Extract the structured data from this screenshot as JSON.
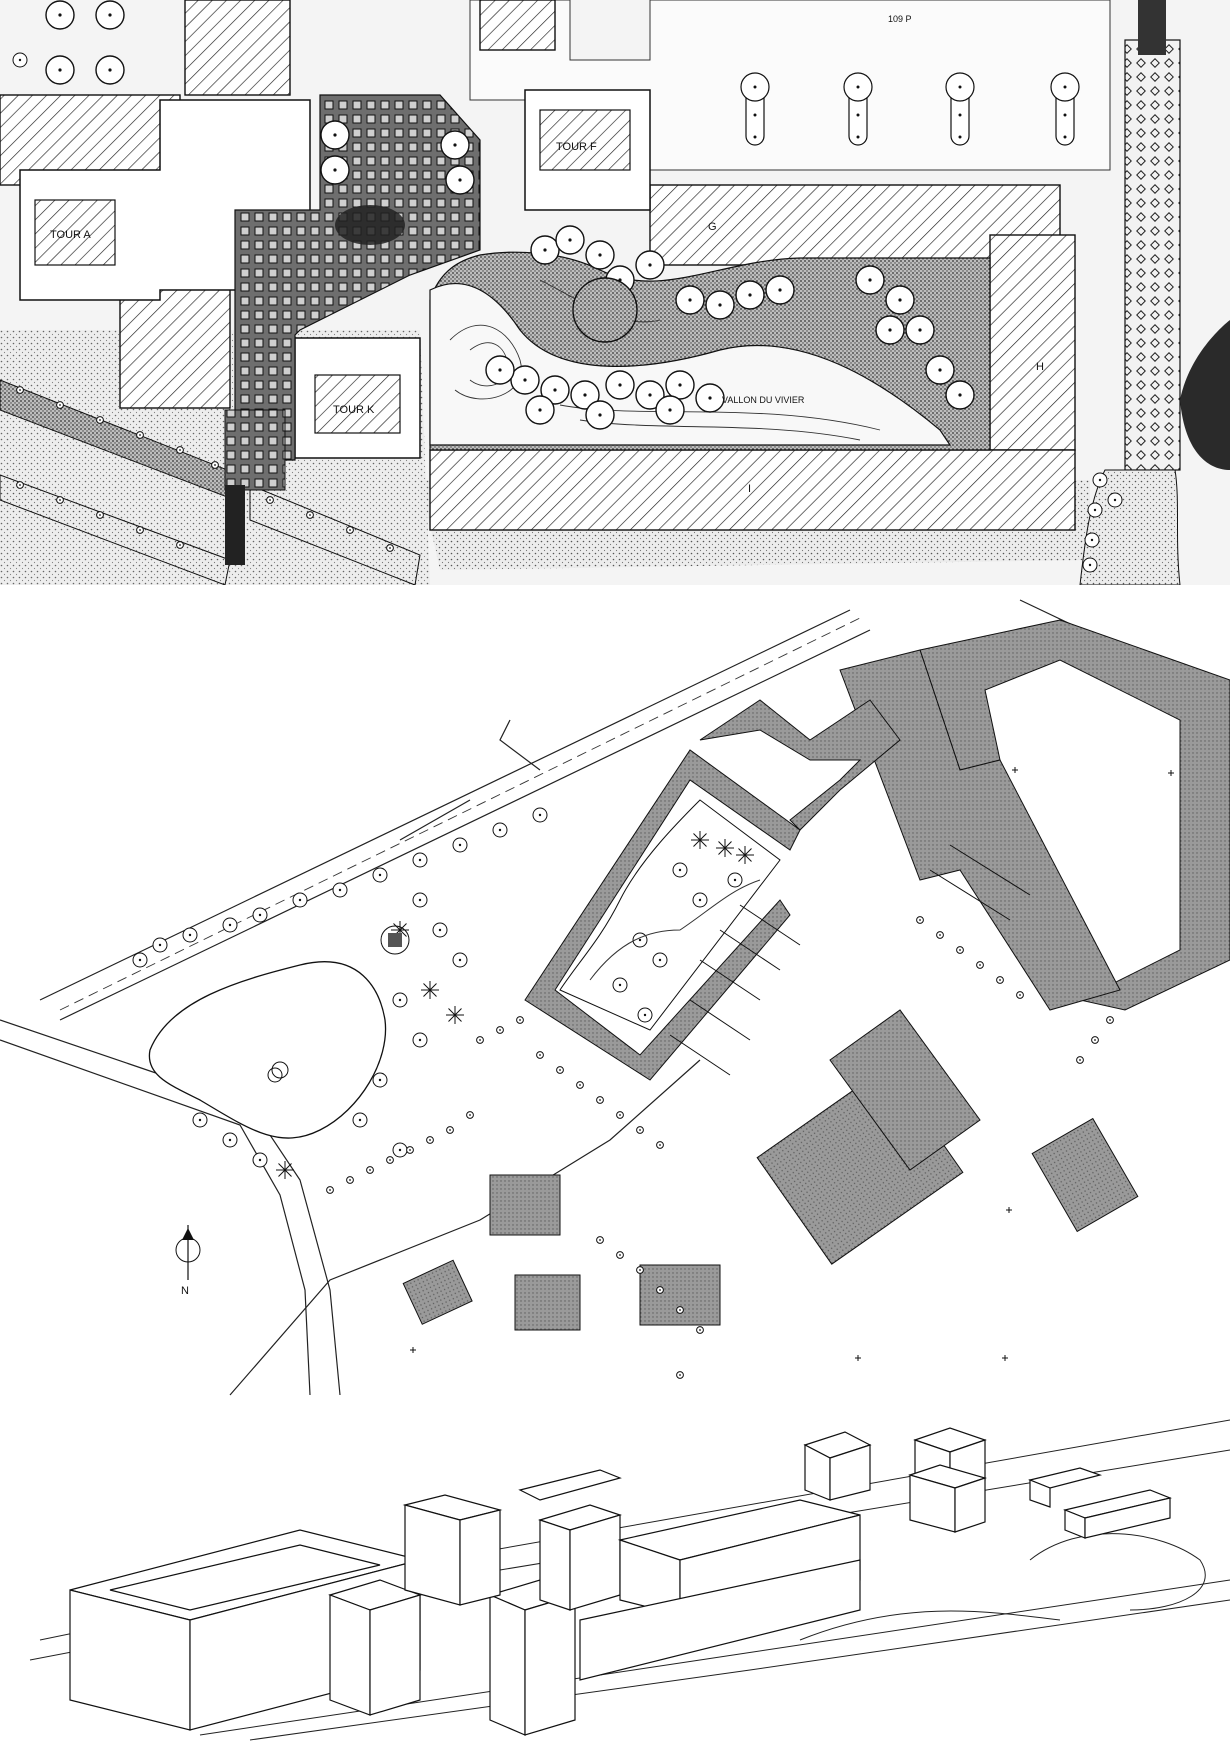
{
  "plan_top": {
    "labels": {
      "tour_a": "TOUR A",
      "tour_f": "TOUR F",
      "tour_k": "TOUR K",
      "g": "G",
      "h": "H",
      "i": "I",
      "vallon": "VALLON DU VIVIER",
      "parking": "109 P"
    }
  },
  "plan_middle": {
    "north": "N"
  },
  "colors": {
    "ink": "#1a1a1a",
    "building_fill": "#8a8a8a",
    "stipple": "#d9d9d9",
    "paper": "#ffffff"
  }
}
